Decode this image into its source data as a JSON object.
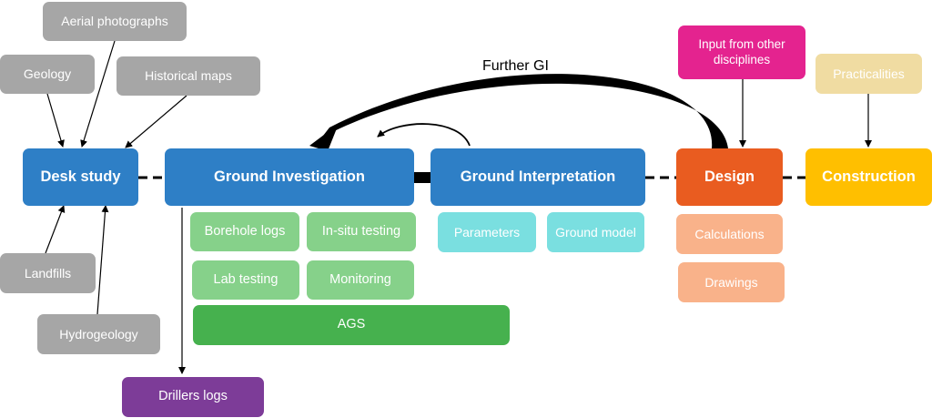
{
  "nodes": {
    "aerial": "Aerial photographs",
    "geology": "Geology",
    "historical": "Historical maps",
    "desk_study": "Desk study",
    "landfills": "Landfills",
    "hydrogeology": "Hydrogeology",
    "ground_investigation": "Ground Investigation",
    "borehole_logs": "Borehole logs",
    "insitu_testing": "In-situ testing",
    "lab_testing": "Lab testing",
    "monitoring": "Monitoring",
    "ags": "AGS",
    "drillers_logs": "Drillers logs",
    "ground_interpretation": "Ground Interpretation",
    "parameters": "Parameters",
    "ground_model": "Ground model",
    "design": "Design",
    "input_other": "Input from other disciplines",
    "calculations": "Calculations",
    "drawings": "Drawings",
    "construction": "Construction",
    "practicalities": "Practicalities"
  },
  "labels": {
    "further_gi": "Further GI"
  },
  "colors": {
    "grey": "#a6a6a6",
    "blue": "#2e7fc6",
    "green_light": "#86d18a",
    "green_dark": "#46b14e",
    "cyan": "#7adfe0",
    "orange": "#e95c20",
    "peach": "#f9b28a",
    "pink": "#e4238f",
    "cream": "#f0dca2",
    "yellow": "#ffbf00",
    "purple": "#7d3c98"
  }
}
